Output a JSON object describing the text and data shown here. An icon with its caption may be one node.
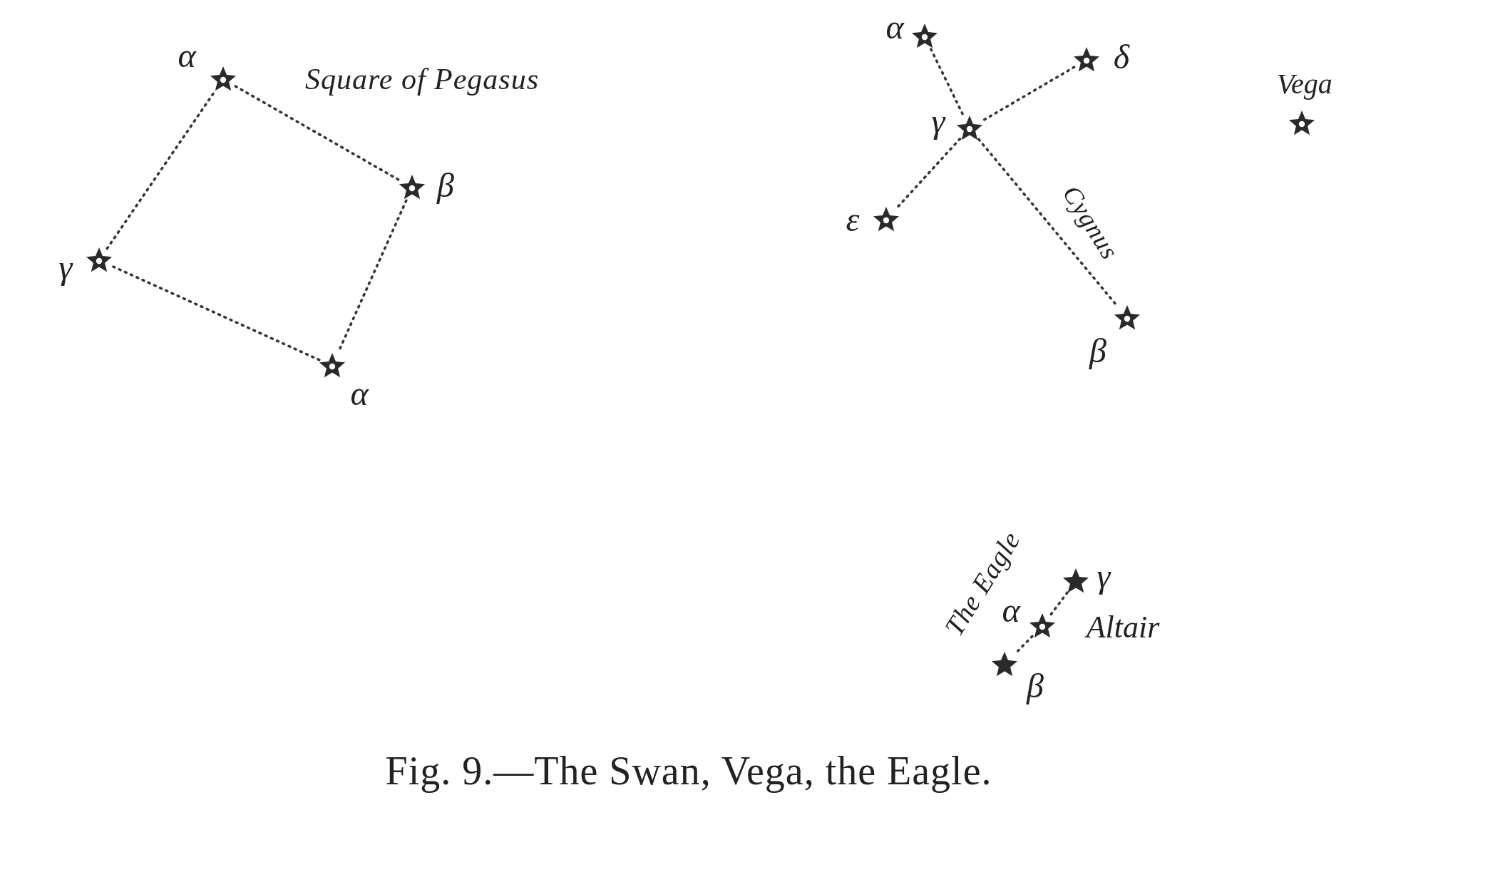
{
  "diagram": {
    "caption": "Fig. 9.—The Swan, Vega, the Eagle.",
    "nodes": [
      {
        "text": [],
        "shape": "star",
        "beside": [
          "α"
        ]
      },
      {
        "text": [],
        "shape": "star",
        "beside": [
          "β"
        ]
      },
      {
        "text": [],
        "shape": "star",
        "beside": [
          "γ"
        ]
      },
      {
        "text": [],
        "shape": "star",
        "beside": [
          "α"
        ]
      },
      {
        "text": [],
        "shape": "star",
        "beside": [
          "α"
        ]
      },
      {
        "text": [],
        "shape": "star",
        "beside": [
          "δ"
        ]
      },
      {
        "text": [],
        "shape": "star",
        "beside": [
          "γ"
        ]
      },
      {
        "text": [],
        "shape": "star",
        "beside": [
          "ε"
        ]
      },
      {
        "text": [],
        "shape": "star",
        "beside": [
          "β"
        ]
      },
      {
        "text": [],
        "shape": "star",
        "beside": [
          "Vega"
        ]
      },
      {
        "text": [],
        "shape": "star",
        "beside": [
          "γ"
        ]
      },
      {
        "text": [],
        "shape": "star",
        "beside": [
          "α",
          "Altair"
        ]
      },
      {
        "text": [],
        "shape": "star",
        "beside": [
          "β"
        ]
      }
    ],
    "edges": [
      {
        "from": 0,
        "to": 1,
        "arrow": "none",
        "style": "dashed"
      },
      {
        "from": 1,
        "to": 3,
        "arrow": "none",
        "style": "dashed"
      },
      {
        "from": 3,
        "to": 2,
        "arrow": "none",
        "style": "dashed"
      },
      {
        "from": 2,
        "to": 0,
        "arrow": "none",
        "style": "dashed"
      },
      {
        "from": 4,
        "to": 6,
        "arrow": "none",
        "style": "dashed"
      },
      {
        "from": 6,
        "to": 8,
        "arrow": "none",
        "style": "dashed"
      },
      {
        "from": 5,
        "to": 6,
        "arrow": "none",
        "style": "dashed"
      },
      {
        "from": 6,
        "to": 7,
        "arrow": "none",
        "style": "dashed"
      },
      {
        "from": 10,
        "to": 11,
        "arrow": "none",
        "style": "dashed"
      },
      {
        "from": 11,
        "to": 12,
        "arrow": "none",
        "style": "dashed"
      }
    ],
    "labels": [
      "Square of Pegasus",
      "Cygnus",
      "The Eagle"
    ]
  }
}
